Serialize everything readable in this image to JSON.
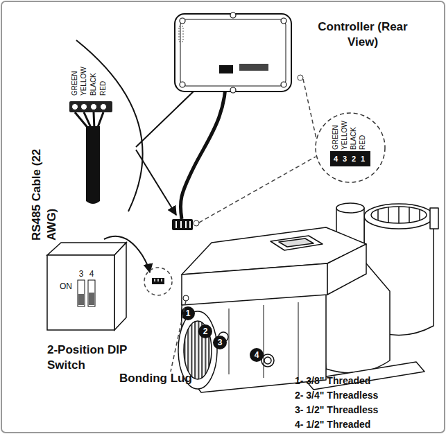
{
  "diagram": {
    "nodes": [
      {
        "text": [
          "Controller (Rear View)"
        ]
      },
      {
        "text": [
          "GREEN",
          "YELLOW",
          "BLACK",
          "RED",
          "4",
          "3",
          "2",
          "1"
        ]
      },
      {
        "text": [
          "ON",
          "3",
          "4",
          "2-Position DIP Switch"
        ]
      }
    ],
    "labels": [
      "GREEN",
      "YELLOW",
      "BLACK",
      "RED",
      "RS485 Cable (22 AWG)",
      "1",
      "2",
      "3",
      "4",
      "Bonding Lug",
      "1- 3/8\" Threaded",
      "2- 3/4\" Threadless",
      "3- 1/2\" Threadless",
      "4- 1/2\" Threaded"
    ]
  }
}
